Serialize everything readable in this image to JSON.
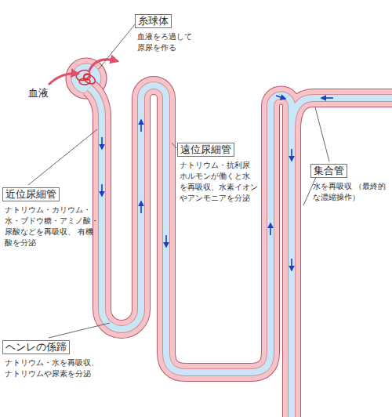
{
  "diagram": {
    "nodes": [
      {
        "text": [
          "糸球体",
          "血液をろ過して 原尿を作る"
        ]
      },
      {
        "text": [
          "遠位尿細管",
          "ナトリウム・抗利尿 ホルモンが働くと水 を再吸収、水素イオン やアンモニアを分泌"
        ]
      },
      {
        "text": [
          "集合管",
          "水を再吸収 （最終的な濃縮操作）"
        ]
      },
      {
        "text": [
          "近位尿細管",
          "ナトリウム・カリウム・ 水・ブドウ糖・アミノ酸・ 尿酸などを再吸収、 有機酸を分泌"
        ]
      },
      {
        "text": [
          "ヘンレの係蹄",
          "ナトリウム・水を再吸収、 ナトリウムや尿素を分泌"
        ]
      }
    ],
    "labels": [
      "血液"
    ]
  }
}
